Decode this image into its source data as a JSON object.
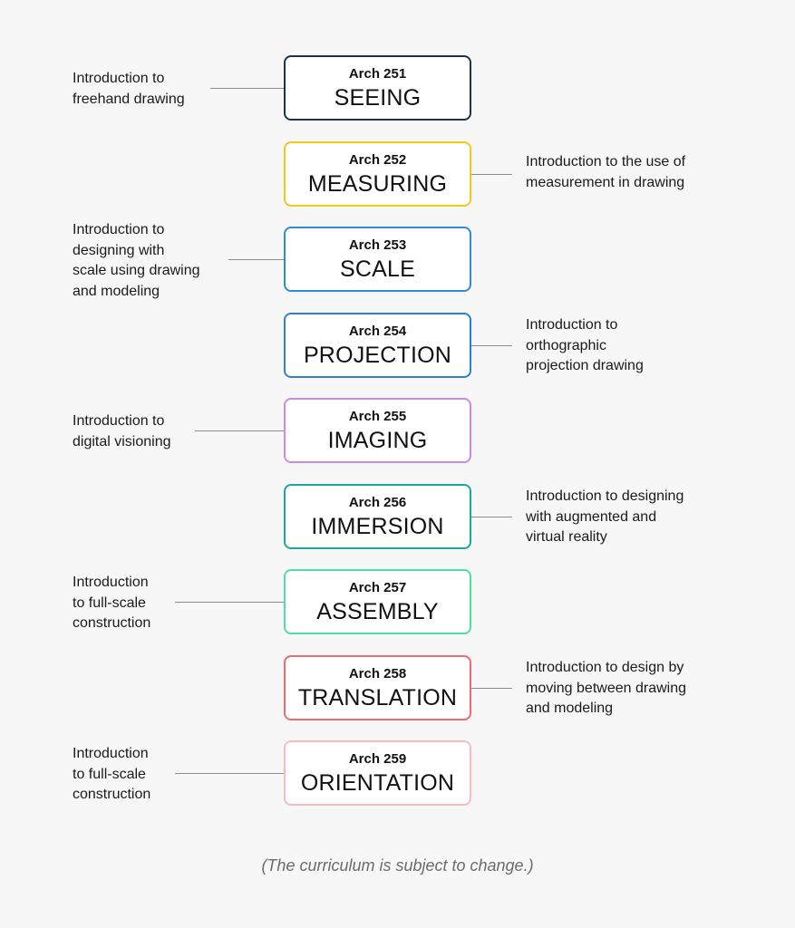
{
  "courses": [
    {
      "code": "Arch 251",
      "name": "SEEING",
      "color": "#1d3448",
      "description": "Introduction to\nfreehand drawing",
      "side": "left"
    },
    {
      "code": "Arch 252",
      "name": "MEASURING",
      "color": "#f2c81c",
      "description": "Introduction to the use of\nmeasurement in drawing",
      "side": "right"
    },
    {
      "code": "Arch 253",
      "name": "SCALE",
      "color": "#2f8bd8",
      "description": "Introduction to\ndesigning with\nscale using drawing\nand modeling",
      "side": "left"
    },
    {
      "code": "Arch 254",
      "name": "PROJECTION",
      "color": "#2f7fd4",
      "description": "Introduction to\northographic\nprojection drawing",
      "side": "right"
    },
    {
      "code": "Arch 255",
      "name": "IMAGING",
      "color": "#c98ae8",
      "description": "Introduction to\ndigital visioning",
      "side": "left"
    },
    {
      "code": "Arch 256",
      "name": "IMMERSION",
      "color": "#1aa89a",
      "description": "Introduction to designing\nwith augmented and\nvirtual reality",
      "side": "right"
    },
    {
      "code": "Arch 257",
      "name": "ASSEMBLY",
      "color": "#4fe0a6",
      "description": "Introduction\nto full-scale\nconstruction",
      "side": "left"
    },
    {
      "code": "Arch 258",
      "name": "TRANSLATION",
      "color": "#ea6b72",
      "description": "Introduction to design by\nmoving between drawing\nand modeling",
      "side": "right"
    },
    {
      "code": "Arch 259",
      "name": "ORIENTATION",
      "color": "#f8bcc4",
      "description": "Introduction\nto full-scale\nconstruction",
      "side": "left"
    }
  ],
  "footer": "(The curriculum is subject to change.)"
}
